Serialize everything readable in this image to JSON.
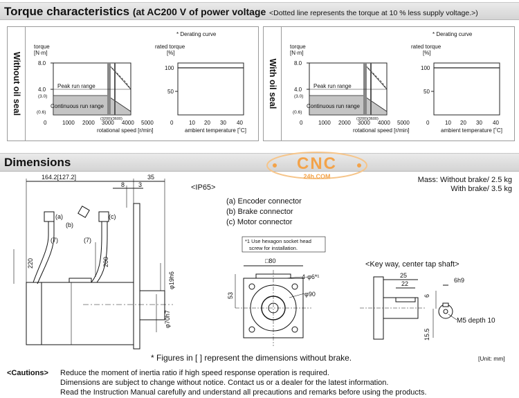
{
  "torque": {
    "title": "Torque characteristics",
    "subtitle": "(at AC200 V of power voltage",
    "note": "<Dotted line represents the torque at 10 % less supply voltage.>)",
    "panels": [
      {
        "side_label": "Without oil seal",
        "torque_axis": "torque",
        "torque_unit": "[N·m]",
        "y_ticks": [
          "8.0",
          "4.0",
          "(3.0)",
          "(0.6)",
          "0"
        ],
        "x_ticks": [
          "1000",
          "2000",
          "3000",
          "4000",
          "5000"
        ],
        "x_marks": "(3200)(3600)",
        "x_axis": "rotational speed [r/min]",
        "peak_label": "Peak run range",
        "cont_label": "Continuous run range",
        "derating": "* Derating curve",
        "rated_axis": "rated torque",
        "rated_unit": "[%]",
        "rated_ticks": [
          "100",
          "50"
        ],
        "temp_ticks": [
          "0",
          "10",
          "20",
          "30",
          "40"
        ],
        "temp_axis": "ambient temperature [˚C]"
      },
      {
        "side_label": "With oil seal",
        "torque_axis": "torque",
        "torque_unit": "[N·m]",
        "y_ticks": [
          "8.0",
          "4.0",
          "(3.0)",
          "(0.6)",
          "0"
        ],
        "x_ticks": [
          "1000",
          "2000",
          "3000",
          "4000",
          "5000"
        ],
        "x_marks": "(3200)(3600)",
        "x_axis": "rotational speed [r/min]",
        "peak_label": "Peak run range",
        "cont_label": "Continuous run range",
        "derating": "* Derating curve",
        "rated_axis": "rated torque",
        "rated_unit": "[%]",
        "rated_ticks": [
          "100",
          "50"
        ],
        "temp_ticks": [
          "0",
          "10",
          "20",
          "30",
          "40"
        ],
        "temp_axis": "ambient temperature [˚C]"
      }
    ]
  },
  "dimensions": {
    "title": "Dimensions",
    "ip": "<IP65>",
    "mass1": "Mass: Without brake/ 2.5 kg",
    "mass2": "With brake/ 3.5 kg",
    "connectors": [
      "(a) Encoder connector",
      "(b) Brake connector",
      "(c) Motor connector"
    ],
    "note1": "*1 Use hexagon socket head",
    "note2": "screw for installation.",
    "key_title": "<Key way, center tap shaft>",
    "brackets_note": "* Figures in [ ] represent the dimensions without brake.",
    "unit": "[Unit: mm]",
    "labels": {
      "len": "164.2[127.2]",
      "d35": "35",
      "d8": "8",
      "d3": "3",
      "la": "(a)",
      "lb": "(b)",
      "lc": "(c)",
      "l7a": "(7)",
      "l7b": "(7)",
      "d220": "220",
      "d200": "200",
      "phi19": "φ19h6",
      "phi70": "φ70h7",
      "sq80": "□80",
      "hole": "4-φ6*¹",
      "phi90": "φ90",
      "d53": "53",
      "d25": "25",
      "d22": "22",
      "h6h9": "6h9",
      "d6": "6",
      "d15": "15.5",
      "m5": "M5 depth 10"
    }
  },
  "watermark": {
    "main": "CNC",
    "sub": "24h.COM"
  },
  "cautions": {
    "label": "<Cautions>",
    "lines": [
      "Reduce the moment of inertia ratio if high speed response operation is required.",
      "Dimensions are subject to change without notice. Contact us or a dealer for the latest information.",
      "Read the Instruction Manual carefully and understand all precautions and remarks before using the products."
    ]
  }
}
